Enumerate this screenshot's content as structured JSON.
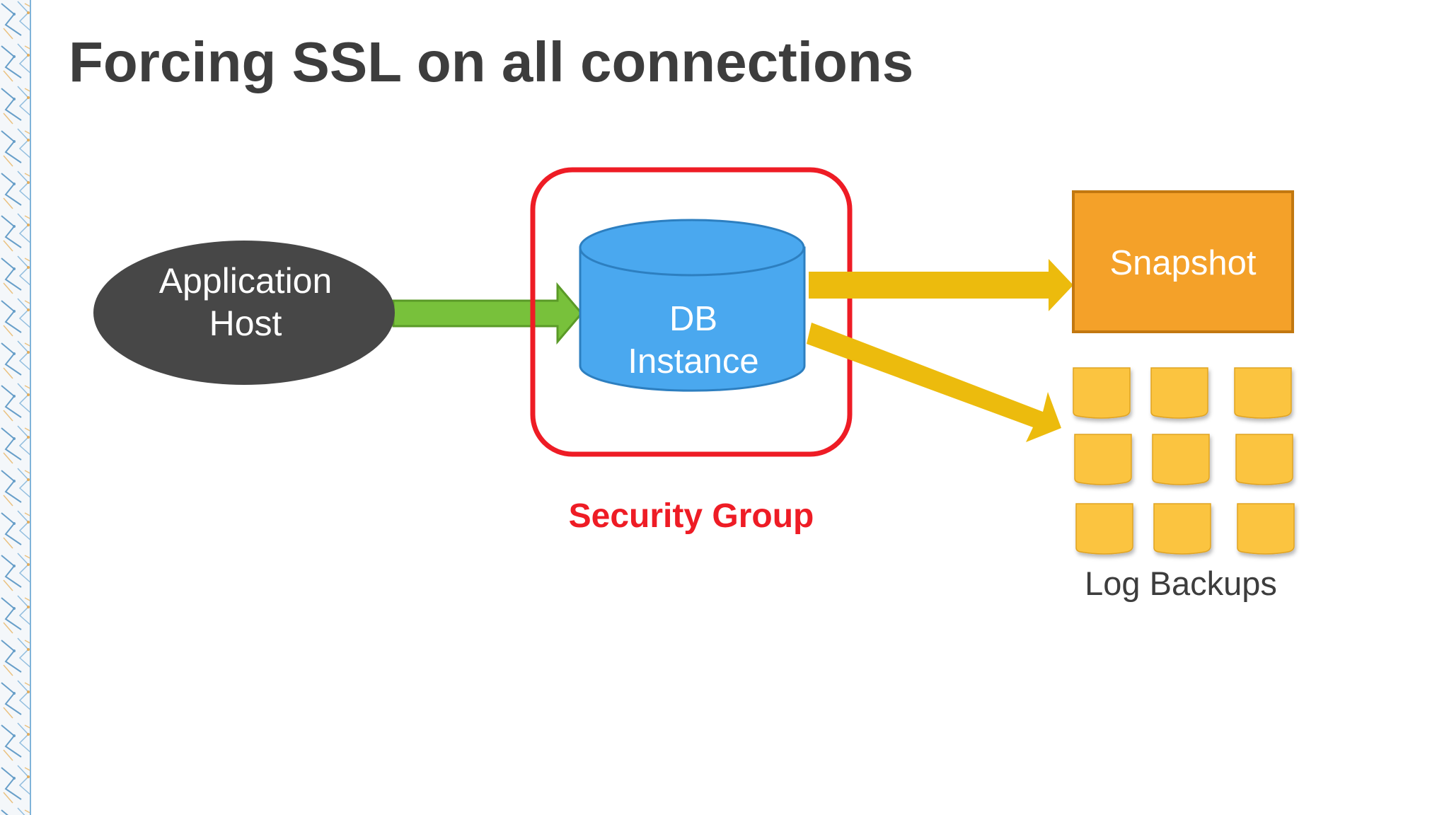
{
  "slide": {
    "title": "Forcing SSL on all connections"
  },
  "diagram": {
    "application_host": {
      "line1": "Application",
      "line2": "Host"
    },
    "db_instance": {
      "line1": "DB",
      "line2": "Instance"
    },
    "security_group": {
      "label": "Security Group"
    },
    "snapshot": {
      "label": "Snapshot"
    },
    "log_backups": {
      "label": "Log Backups",
      "count": 9
    }
  },
  "colors": {
    "title_text": "#3d3d3d",
    "app_host_fill": "#474747",
    "db_fill": "#4aa8ef",
    "db_stroke": "#2d7fc0",
    "security_group": "#ee1c25",
    "snapshot_fill": "#f4a129",
    "snapshot_stroke": "#c27810",
    "green_arrow": "#78c13b",
    "gold_arrow": "#ecbb0d",
    "note_fill": "#fbc43f"
  }
}
